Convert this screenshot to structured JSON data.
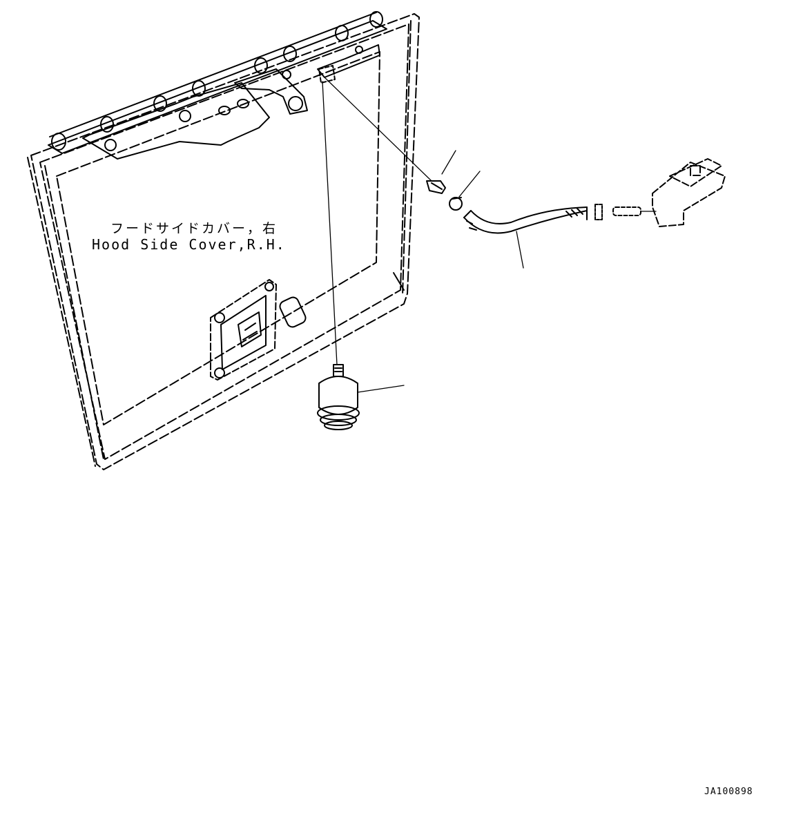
{
  "labels": {
    "part_name_jp": "フードサイドカバー，右",
    "part_name_en": "Hood Side Cover,R.H."
  },
  "footer": {
    "drawing_number": "JA100898"
  }
}
